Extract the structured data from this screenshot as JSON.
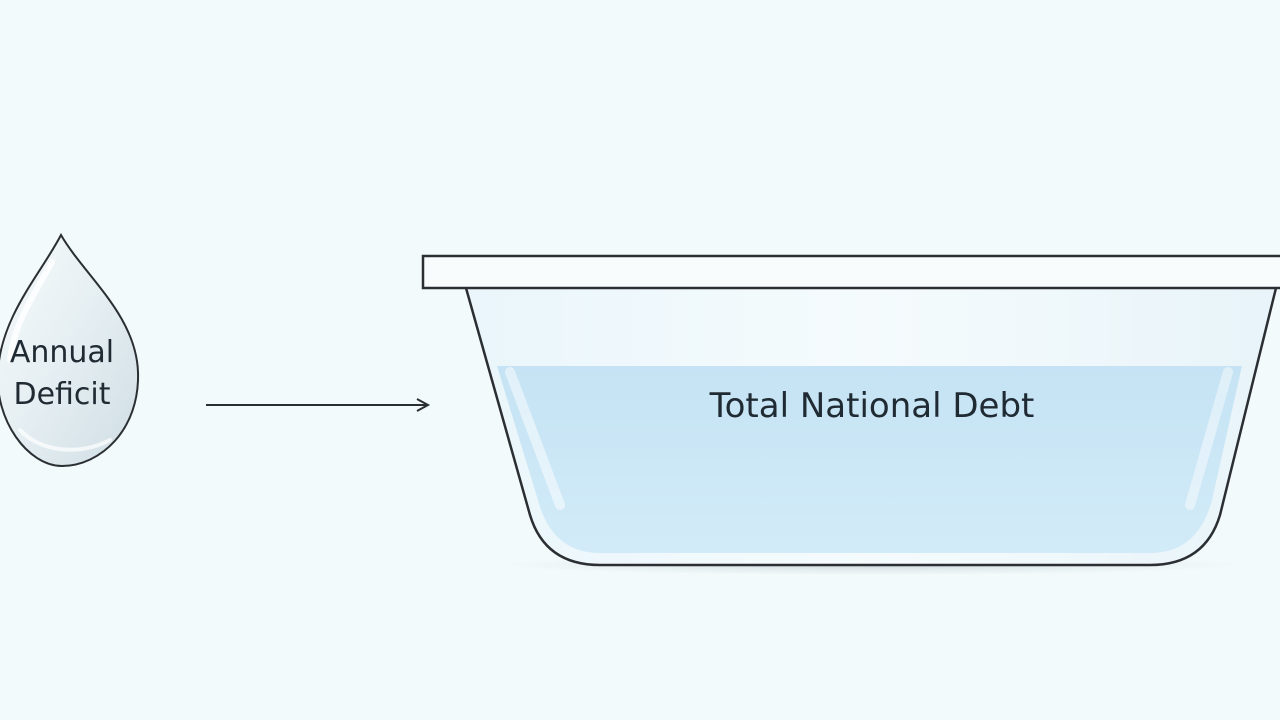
{
  "drop": {
    "line1": "Annual",
    "line2": "Deficit"
  },
  "tub": {
    "label": "Total National Debt"
  },
  "colors": {
    "background": "#f2fafb",
    "water": "#cde8f6",
    "outline": "#2b2f33",
    "drop_fill": "#e6eff3"
  },
  "icons": {
    "drop": "water-drop-icon",
    "arrow": "arrow-right-icon",
    "tub": "basin-icon"
  }
}
